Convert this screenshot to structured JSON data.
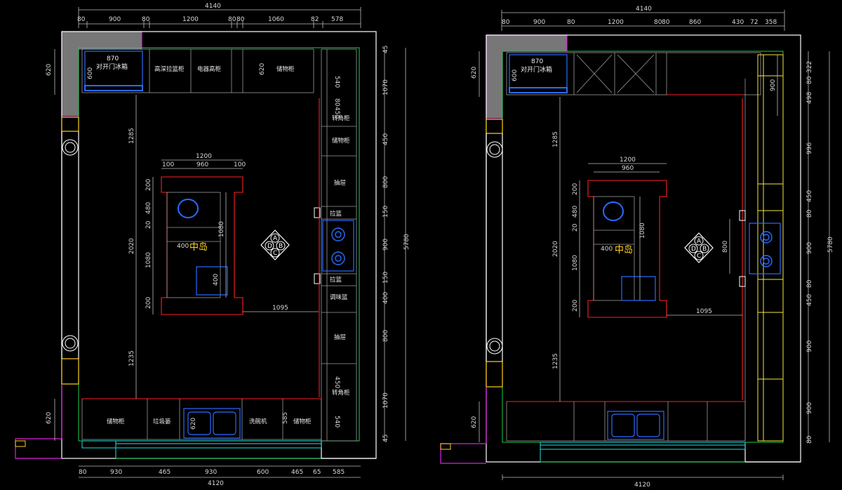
{
  "plans": [
    {
      "id": "left",
      "top_dims": [
        "4140",
        "80",
        "900",
        "80",
        "1200",
        "80",
        "80",
        "1060",
        "82",
        "578"
      ],
      "bottom_dims": [
        "80",
        "930",
        "465",
        "930",
        "600",
        "465",
        "65",
        "585",
        "4120"
      ],
      "left_dims": [
        "620",
        "1285",
        "2020",
        "1235",
        "620"
      ],
      "right_dims_outer": [
        "5780"
      ],
      "right_dims_inner": [
        "45",
        "1070",
        "450",
        "800",
        "150",
        "900",
        "150",
        "400",
        "800",
        "1070",
        "45"
      ],
      "inner_cab_dims": [
        "540",
        "80",
        "450",
        "450",
        "540",
        "585",
        "620"
      ],
      "island_dims": [
        "1200",
        "100",
        "960",
        "100",
        "200",
        "480",
        "20",
        "1080",
        "200",
        "1080",
        "400",
        "400",
        "1095"
      ],
      "labels": {
        "fridge_width": "870",
        "fridge": "对开门冰箱",
        "fridge_depth": "600",
        "upper_1": "高深拉篮柜",
        "upper_2": "电器高柜",
        "upper_3_dim": "620",
        "upper_4": "储物柜",
        "right_1": "转角柜",
        "right_2": "储物柜",
        "right_3": "抽屉",
        "right_4": "拉篮",
        "right_5": "拉篮",
        "right_6": "调味篮",
        "right_7": "抽屉",
        "right_8": "转角柜",
        "bottom_1": "储物柜",
        "bottom_2": "垃圾篓",
        "bottom_3": "洗碗机",
        "bottom_4": "储物柜",
        "island": "中岛",
        "compass": [
          "A",
          "B",
          "C",
          "D"
        ]
      }
    },
    {
      "id": "right",
      "top_dims": [
        "4140",
        "80",
        "900",
        "80",
        "1200",
        "80",
        "80",
        "860",
        "430",
        "72",
        "358"
      ],
      "bottom_dims": [
        "620",
        "4120"
      ],
      "left_dims": [
        "620",
        "1285",
        "2020",
        "1235"
      ],
      "right_dims_outer": [
        "5780"
      ],
      "right_dims_inner": [
        "322",
        "80",
        "498",
        "996",
        "450",
        "80",
        "900",
        "80",
        "450",
        "900",
        "900",
        "80"
      ],
      "inner_cab_dims": [
        "900",
        "800"
      ],
      "island_dims": [
        "1200",
        "960",
        "200",
        "480",
        "20",
        "1080",
        "200",
        "400",
        "1095"
      ],
      "labels": {
        "fridge_width": "870",
        "fridge": "对开门冰箱",
        "fridge_depth": "600",
        "island": "中岛",
        "compass": [
          "A",
          "B",
          "C",
          "D"
        ]
      }
    }
  ]
}
